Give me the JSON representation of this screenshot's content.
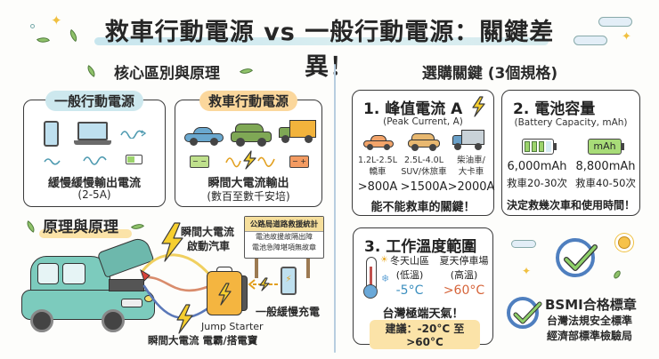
{
  "header": {
    "title": "救車行動電源 vs 一般行動電源：關鍵差異！"
  },
  "left_panel": {
    "heading": "核心區別與原理",
    "general_box": {
      "tag": "一般行動電源",
      "icons": [
        "smartphone-icon",
        "laptop-icon",
        "wave-icon",
        "wave-icon",
        "wave-icon",
        "battery-icon"
      ],
      "caption": "緩慢緩慢輸出電流",
      "caption_sub": "(2-5A)",
      "tag_color": "#cde8ee"
    },
    "jump_box": {
      "tag": "救車行動電源",
      "icons": [
        "sedan-icon",
        "suv-icon",
        "truck-icon",
        "car-battery-icon",
        "lightning-wave-icon",
        "car-battery-icon"
      ],
      "caption": "瞬間大電流輸出",
      "caption_sub": "(數百至數千安培)",
      "tag_color": "#fbd79c"
    },
    "principle": {
      "heading": "原理與原理",
      "label_top_line1": "瞬間大電流",
      "label_top_line2": "啟動汽車",
      "label_device_en": "Jump Starter",
      "label_bottom": "瞬間大電流 電霸/搭電寶",
      "label_phone": "一般緩慢充電",
      "sign": {
        "header": "公路局道路救援統計",
        "line1": "電池故援故隔出障",
        "line2": "電池急障堪項無故章"
      }
    }
  },
  "right_panel": {
    "heading": "選購關鍵 (3個規格)",
    "spec1": {
      "title": "1. 峰值電流 A",
      "subtitle": "(Peak Current, A)",
      "columns": [
        {
          "line1": "1.2L-2.5L",
          "line2": "轎車",
          "value": ">800A",
          "icon": "sedan-icon"
        },
        {
          "line1": "2.5L-4.0L",
          "line2": "SUV/休旅車",
          "value": ">1500A",
          "icon": "suv-icon"
        },
        {
          "line1": "柴油車/",
          "line2": "大卡車",
          "value": ">2000A",
          "icon": "truck-icon"
        }
      ],
      "footer": "能不能救車的關鍵！"
    },
    "spec2": {
      "title": "2. 電池容量",
      "subtitle": "(Battery Capacity, mAh)",
      "columns": [
        {
          "value": "6,000mAh",
          "note": "救車20-30次",
          "icon": "battery-icon"
        },
        {
          "value": "8,800mAh",
          "note": "救車40-50次",
          "icon": "battery-mah-icon",
          "badge": "mAh"
        }
      ],
      "footer": "決定救幾次車和使用時間！"
    },
    "spec3": {
      "title": "3. 工作溫度範圍",
      "columns": [
        {
          "line1": "冬天山區",
          "line2": "(低溫)",
          "value": "-5°C",
          "color": "#3c8fbf"
        },
        {
          "line1": "夏天停車場",
          "line2": "(高溫)",
          "value": ">60°C",
          "color": "#d6643a"
        }
      ],
      "footer": "台灣極端天氣！",
      "suggestion": "建議：-20°C 至 >60°C"
    },
    "certification": {
      "line1": "BSMI合格標章",
      "line2": "台灣法規安全標準",
      "line3": "經濟部標準檢驗局"
    }
  },
  "colors": {
    "accent_blue": "#cde8ee",
    "accent_orange": "#fbd79c",
    "bolt_yellow": "#f6cf2f",
    "check_green": "#8fd16a",
    "ring_blue": "#4f7fbf",
    "divider": "#b8cee0"
  }
}
